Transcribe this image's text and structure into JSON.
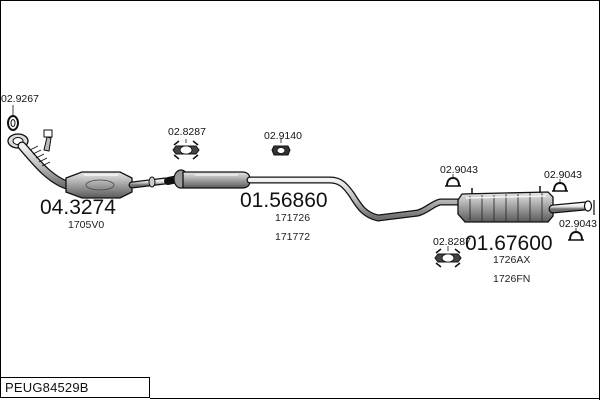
{
  "diagram": {
    "labels": {
      "front_clamp_code": "02.9267",
      "catalyst_code": "04.3274",
      "catalyst_ref": "1705V0",
      "mount_center_code": "02.8287",
      "clamp_center_code": "02.9140",
      "middle_silencer_code": "01.56860",
      "middle_silencer_ref_1": "171726",
      "middle_silencer_ref_2": "171772",
      "rear_clamp_left_code": "02.9043",
      "rear_clamp_right_code": "02.9043",
      "rear_clamp_right_lower_code": "02.9043",
      "rear_mount_code": "02.8287",
      "rear_silencer_code": "01.67600",
      "rear_silencer_ref_1": "1726AX",
      "rear_silencer_ref_2": "1726FN"
    },
    "footer_code": "PEUG84529B",
    "colors": {
      "line": "#111111",
      "part_fill": "#c9c9c9",
      "part_dark": "#7a7a7a",
      "mount_dark": "#333333"
    }
  }
}
